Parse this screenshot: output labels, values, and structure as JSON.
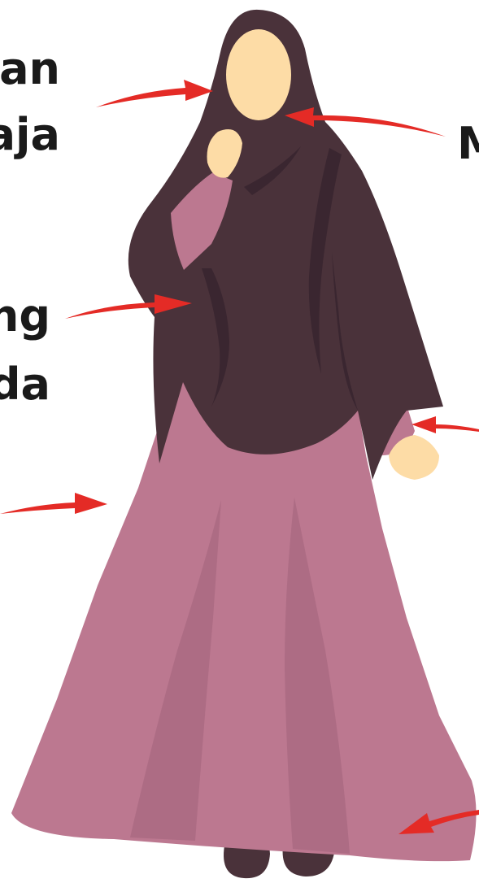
{
  "labels": {
    "head_left_line1": "an",
    "head_left_line2": "aja",
    "face_right": "M",
    "body_left_line1": "ng",
    "body_left_line2": "da"
  },
  "colors": {
    "hijab": "#4a323a",
    "hijab_shadow": "#3a2630",
    "dress": "#bc7890",
    "dress_shadow": "#a86880",
    "skin": "#fddca6",
    "shoes": "#4a323a",
    "arrow": "#e42b26",
    "text": "#1a1a1a"
  },
  "icons": {
    "figure": "hijab-woman-illustration",
    "arrows": "red-curved-arrow"
  }
}
